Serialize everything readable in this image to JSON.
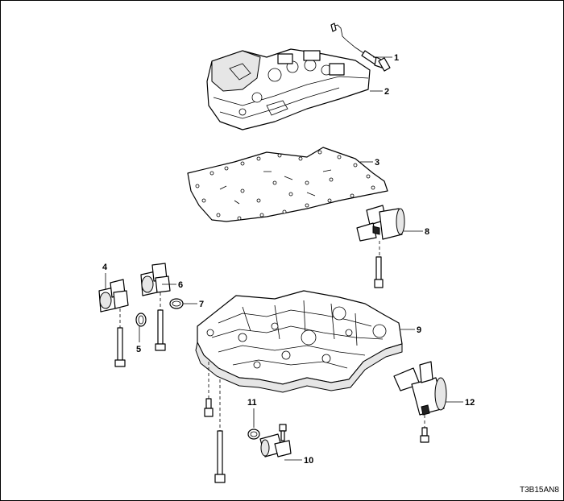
{
  "figure": {
    "reference_code": "T3B15AN8",
    "callouts": [
      {
        "id": "1",
        "part": "wire-harness-sensor"
      },
      {
        "id": "2",
        "part": "upper-valve-body"
      },
      {
        "id": "3",
        "part": "separator-plate-gasket"
      },
      {
        "id": "4",
        "part": "solenoid-left"
      },
      {
        "id": "5",
        "part": "o-ring-left"
      },
      {
        "id": "6",
        "part": "solenoid-right"
      },
      {
        "id": "7",
        "part": "o-ring-right"
      },
      {
        "id": "8",
        "part": "solenoid-upper"
      },
      {
        "id": "9",
        "part": "lower-valve-body"
      },
      {
        "id": "10",
        "part": "small-solenoid"
      },
      {
        "id": "11",
        "part": "o-ring-small"
      },
      {
        "id": "12",
        "part": "pressure-control-solenoid"
      }
    ]
  }
}
